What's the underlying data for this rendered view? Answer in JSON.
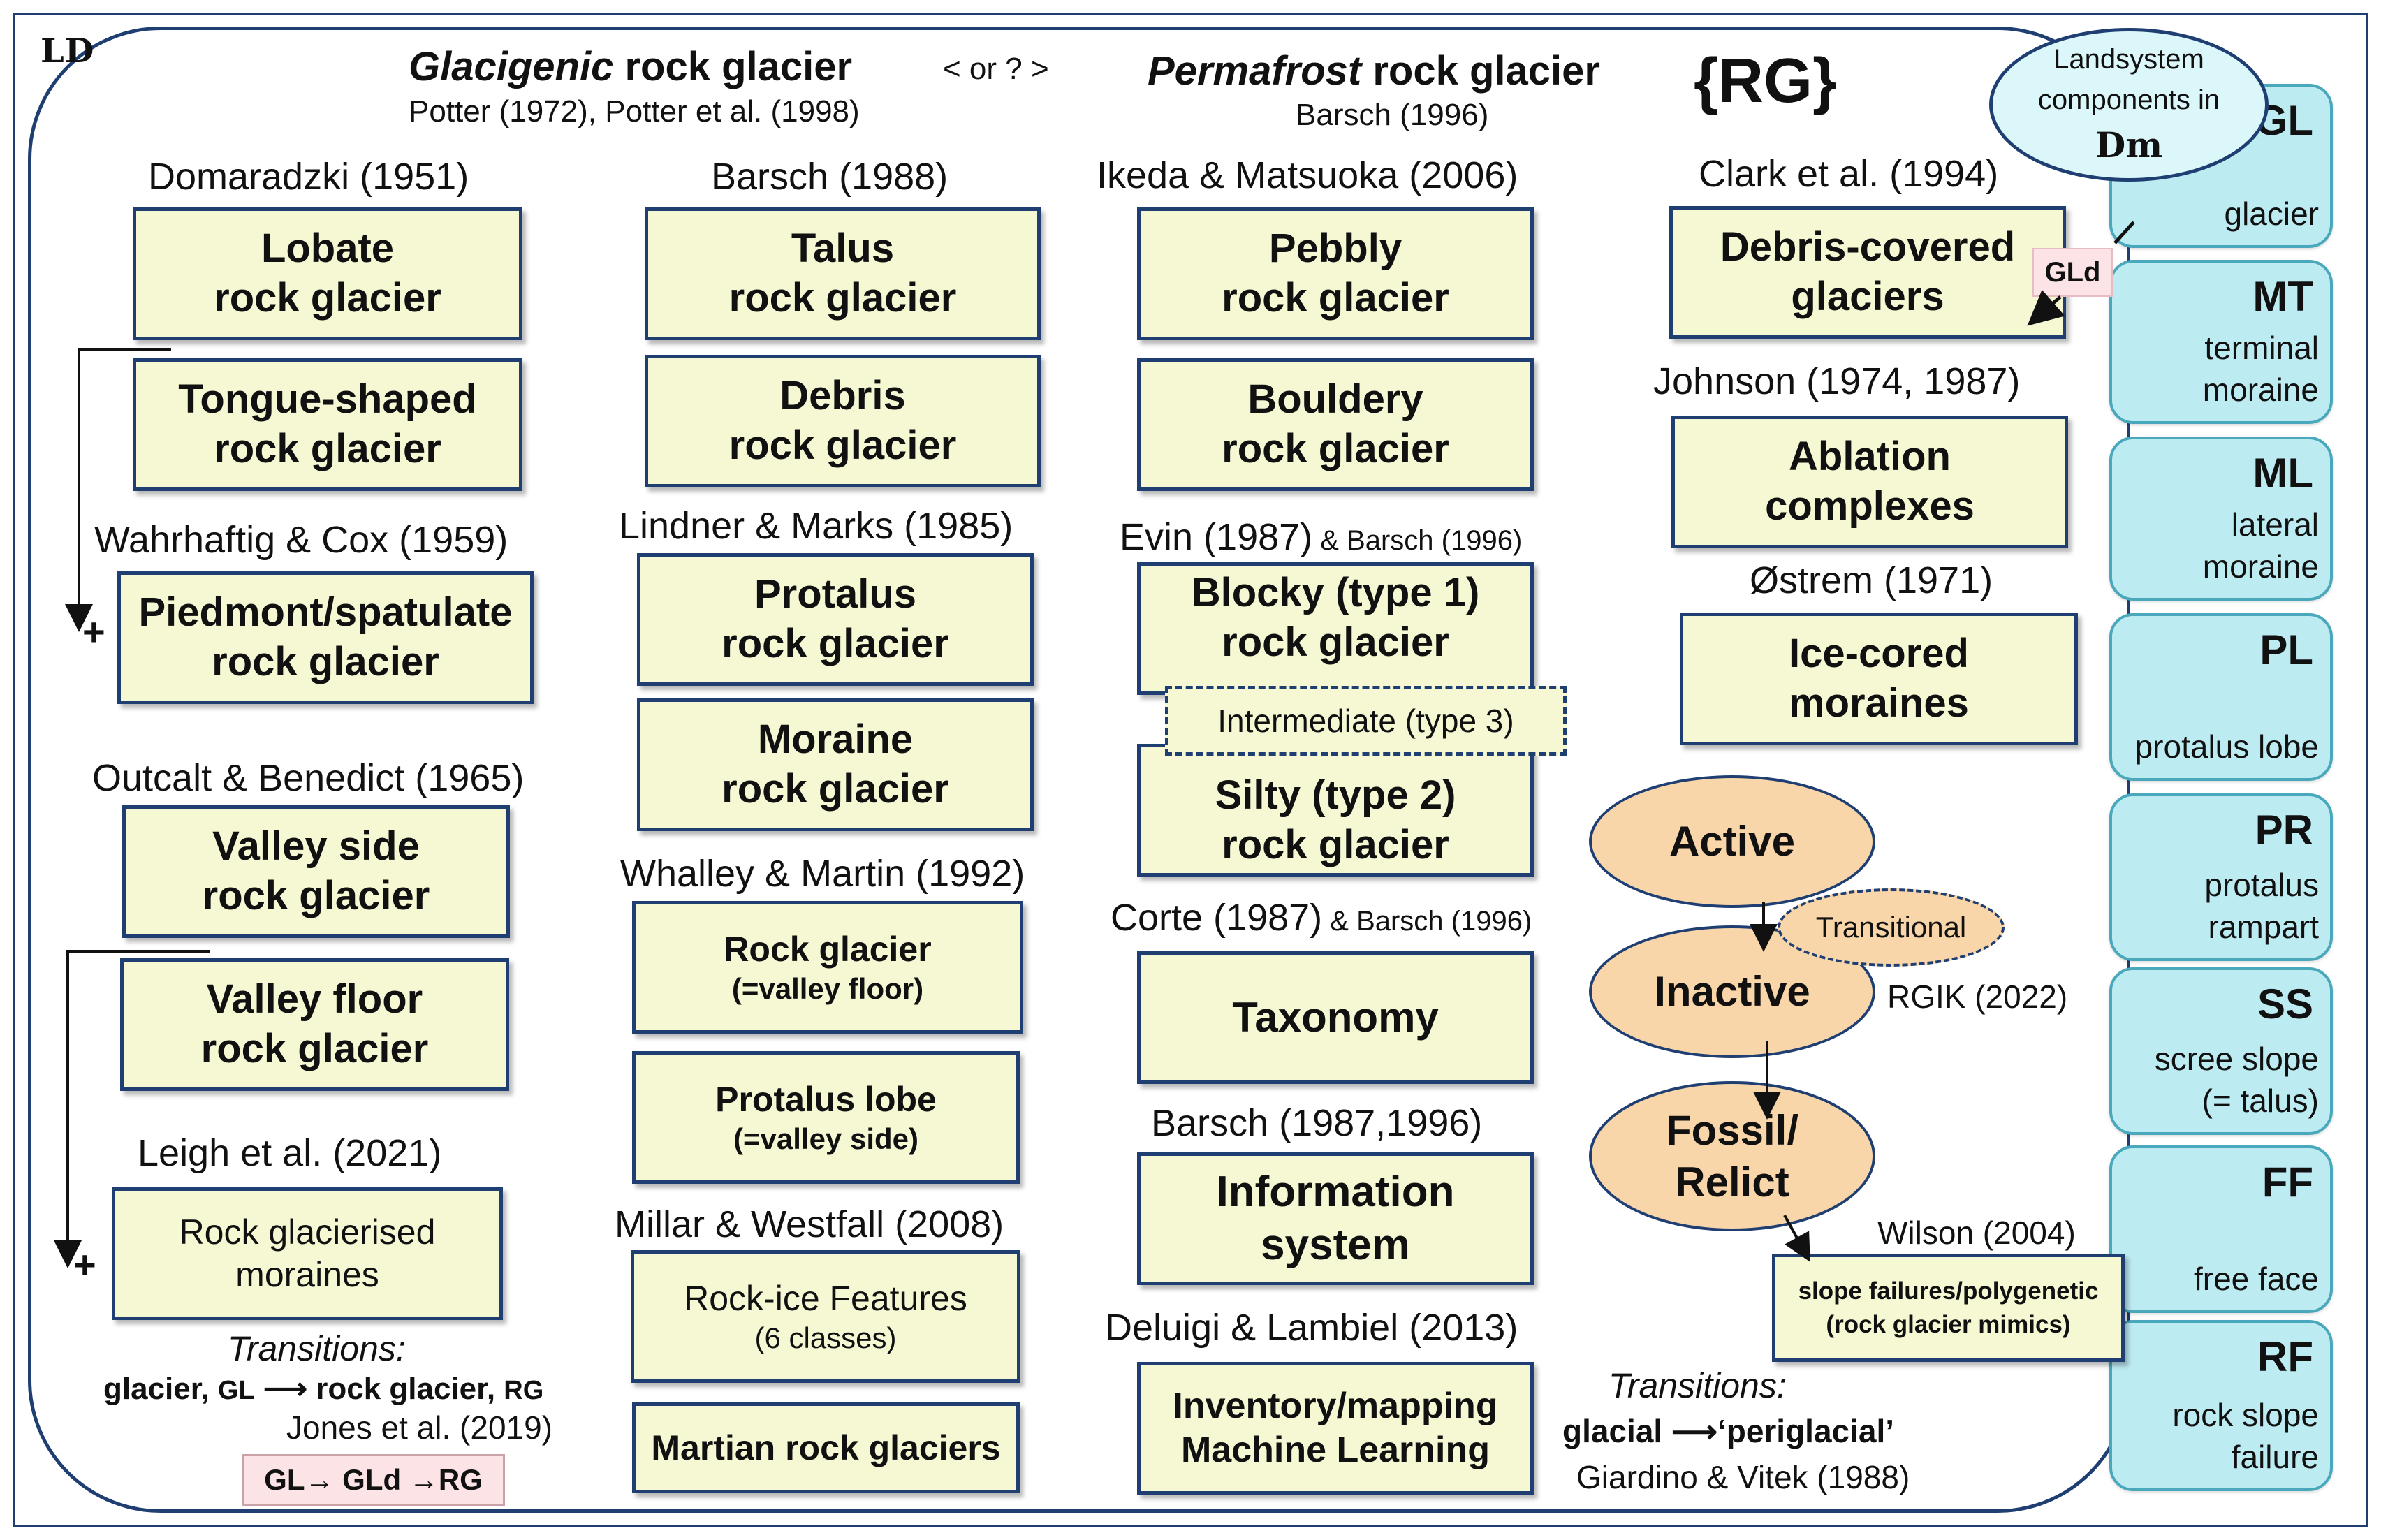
{
  "logo": {
    "ld": "LD"
  },
  "header": {
    "left_italic": "Glacigenic",
    "left_rest": " rock glacier",
    "left_ref": "Potter (1972), Potter et al. (1998)",
    "or": "< or ? >",
    "right_italic": "Permafrost",
    "right_rest": " rock glacier",
    "right_ref": "Barsch (1996)",
    "tag": "{RG}"
  },
  "landsystem": {
    "line1": "Landsystem",
    "line2": "components in",
    "dm": "Dm"
  },
  "col1": {
    "a1": "Domaradzki (1951)",
    "b1": {
      "l1": "Lobate",
      "l2": "rock glacier"
    },
    "b2": {
      "l1": "Tongue-shaped",
      "l2": "rock glacier"
    },
    "a2": "Wahrhaftig & Cox (1959)",
    "b3": {
      "l1": "Piedmont/spatulate",
      "l2": "rock glacier"
    },
    "a3": "Outcalt & Benedict (1965)",
    "b4": {
      "l1": "Valley side",
      "l2": "rock glacier"
    },
    "b5": {
      "l1": "Valley floor",
      "l2": "rock glacier"
    },
    "a4": "Leigh et al. (2021)",
    "b6": {
      "l1": "Rock glacierised",
      "l2": "moraines"
    },
    "plus": "+",
    "trans_title": "Transitions:",
    "trans_w1": "glacier,",
    "trans_c1": "GL",
    "trans_arrow": "⟶",
    "trans_w2": "rock glacier,",
    "trans_c2": "RG",
    "trans_ref": "Jones et al. (2019)",
    "chain": "GL→ GLd →RG"
  },
  "col2": {
    "a1": "Barsch (1988)",
    "b1": {
      "l1": "Talus",
      "l2": "rock glacier"
    },
    "b2": {
      "l1": "Debris",
      "l2": "rock glacier"
    },
    "a2": "Lindner & Marks (1985)",
    "b3": {
      "l1": "Protalus",
      "l2": "rock glacier"
    },
    "b4": {
      "l1": "Moraine",
      "l2": "rock glacier"
    },
    "a3": "Whalley & Martin (1992)",
    "b5": {
      "l1": "Rock glacier",
      "l2": "(=valley floor)"
    },
    "b6": {
      "l1": "Protalus lobe",
      "l2": "(=valley side)"
    },
    "a4": "Millar & Westfall (2008)",
    "b7": {
      "l1": "Rock-ice Features",
      "l2": "(6 classes)"
    },
    "b8": {
      "l1": "Martian rock glaciers"
    }
  },
  "col3": {
    "a1": "Ikeda & Matsuoka (2006)",
    "b1": {
      "l1": "Pebbly",
      "l2": "rock glacier"
    },
    "b2": {
      "l1": "Bouldery",
      "l2": "rock glacier"
    },
    "a2": "Evin (1987)",
    "a2_small": " & Barsch (1996)",
    "b3": {
      "l1": "Blocky (type 1)",
      "l2": "rock glacier"
    },
    "b3_mid": "Intermediate (type 3)",
    "b4": {
      "l1": "Silty (type 2)",
      "l2": "rock glacier"
    },
    "a3": "Corte (1987)",
    "a3_small": " & Barsch (1996)",
    "b5": {
      "l1": "Taxonomy"
    },
    "a4": "Barsch (1987,1996)",
    "b6": {
      "l1": "Information",
      "l2": "system"
    },
    "a5": "Deluigi & Lambiel (2013)",
    "b7": {
      "l1": "Inventory/mapping",
      "l2": "Machine Learning"
    }
  },
  "col4": {
    "a1": "Clark et al.  (1994)",
    "b1": {
      "l1": "Debris-covered",
      "l2": "glaciers"
    },
    "gld": "GLd",
    "a2": "Johnson (1974, 1987)",
    "b2": {
      "l1": "Ablation",
      "l2": "complexes"
    },
    "a3": "Østrem (1971)",
    "b3": {
      "l1": "Ice-cored",
      "l2": "moraines"
    },
    "active": "Active",
    "transitional": "Transitional",
    "inactive": "Inactive",
    "rgik": "RGIK (2022)",
    "fossil_l1": "Fossil/",
    "fossil_l2": "Relict",
    "wilson": "Wilson (2004)",
    "mimic": {
      "l1": "slope failures/polygenetic",
      "l2": "(rock glacier mimics)"
    },
    "trans_title": "Transitions:",
    "trans_w1": "glacial",
    "trans_arrow": "⟶",
    "trans_w2": "‘periglacial’",
    "trans_ref": "Giardino & Vitek (1988)"
  },
  "components": [
    {
      "code": "GL",
      "desc": "glacier"
    },
    {
      "code": "MT",
      "desc": "terminal moraine"
    },
    {
      "code": "ML",
      "desc": "lateral moraine"
    },
    {
      "code": "PL",
      "desc": "protalus lobe"
    },
    {
      "code": "PR",
      "desc": "protalus rampart"
    },
    {
      "code": "SS",
      "desc": "scree slope (= talus)"
    },
    {
      "code": "FF",
      "desc": "free face"
    },
    {
      "code": "RF",
      "desc": "rock slope failure"
    }
  ],
  "colors": {
    "box_fill": "#f5f8d3",
    "border": "#1f3f73",
    "oval_fill": "#f9d6a9",
    "component_fill": "#bdebf2",
    "tag_fill": "#fbe3e6"
  }
}
